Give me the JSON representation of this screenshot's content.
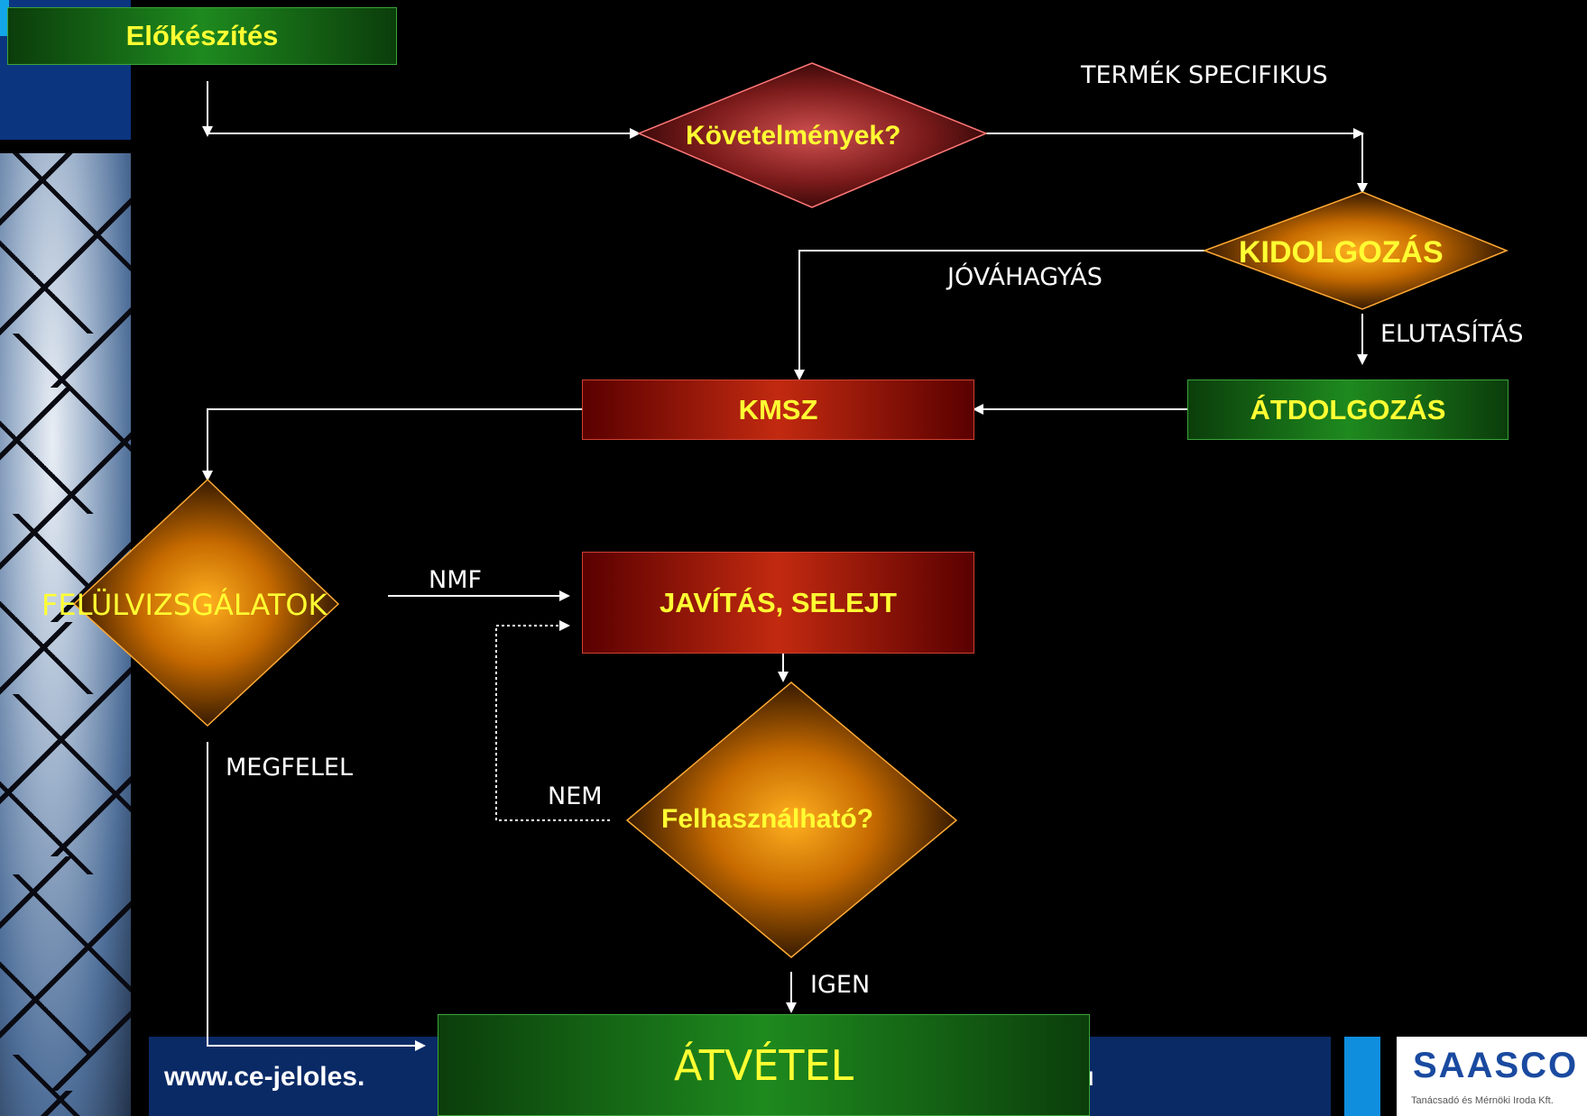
{
  "diagram": {
    "nodes": {
      "elokeszites": "Előkészítés",
      "kovetelmenyek": "Követelmények?",
      "kidolgozas": "KIDOLGOZÁS",
      "kmsz": "KMSZ",
      "atdolgozas": "ÁTDOLGOZÁS",
      "felulvizsgalatok": "FELÜLVIZSGÁLATOK",
      "javitas": "JAVÍTÁS, SELEJT",
      "felhasznalhato": "Felhasználható?",
      "atvetel": "ÁTVÉTEL"
    },
    "edge_labels": {
      "termek_specifikus": "TERMÉK SPECIFIKUS",
      "jovahagyas": "JÓVÁHAGYÁS",
      "elutasitas": "ELUTASÍTÁS",
      "nmf": "NMF",
      "megfelel": "MEGFELEL",
      "nem": "NEM",
      "igen": "IGEN"
    }
  },
  "footer": {
    "url_left": "www.ce-jeloles.",
    "url_right": "hu"
  },
  "logo": {
    "name": "SAASCO",
    "tagline": "Tanácsadó és Mérnöki Iroda Kft."
  },
  "colors": {
    "box_text": "#ffff33",
    "background": "#000000",
    "footer_bar": "#0a2a66"
  }
}
